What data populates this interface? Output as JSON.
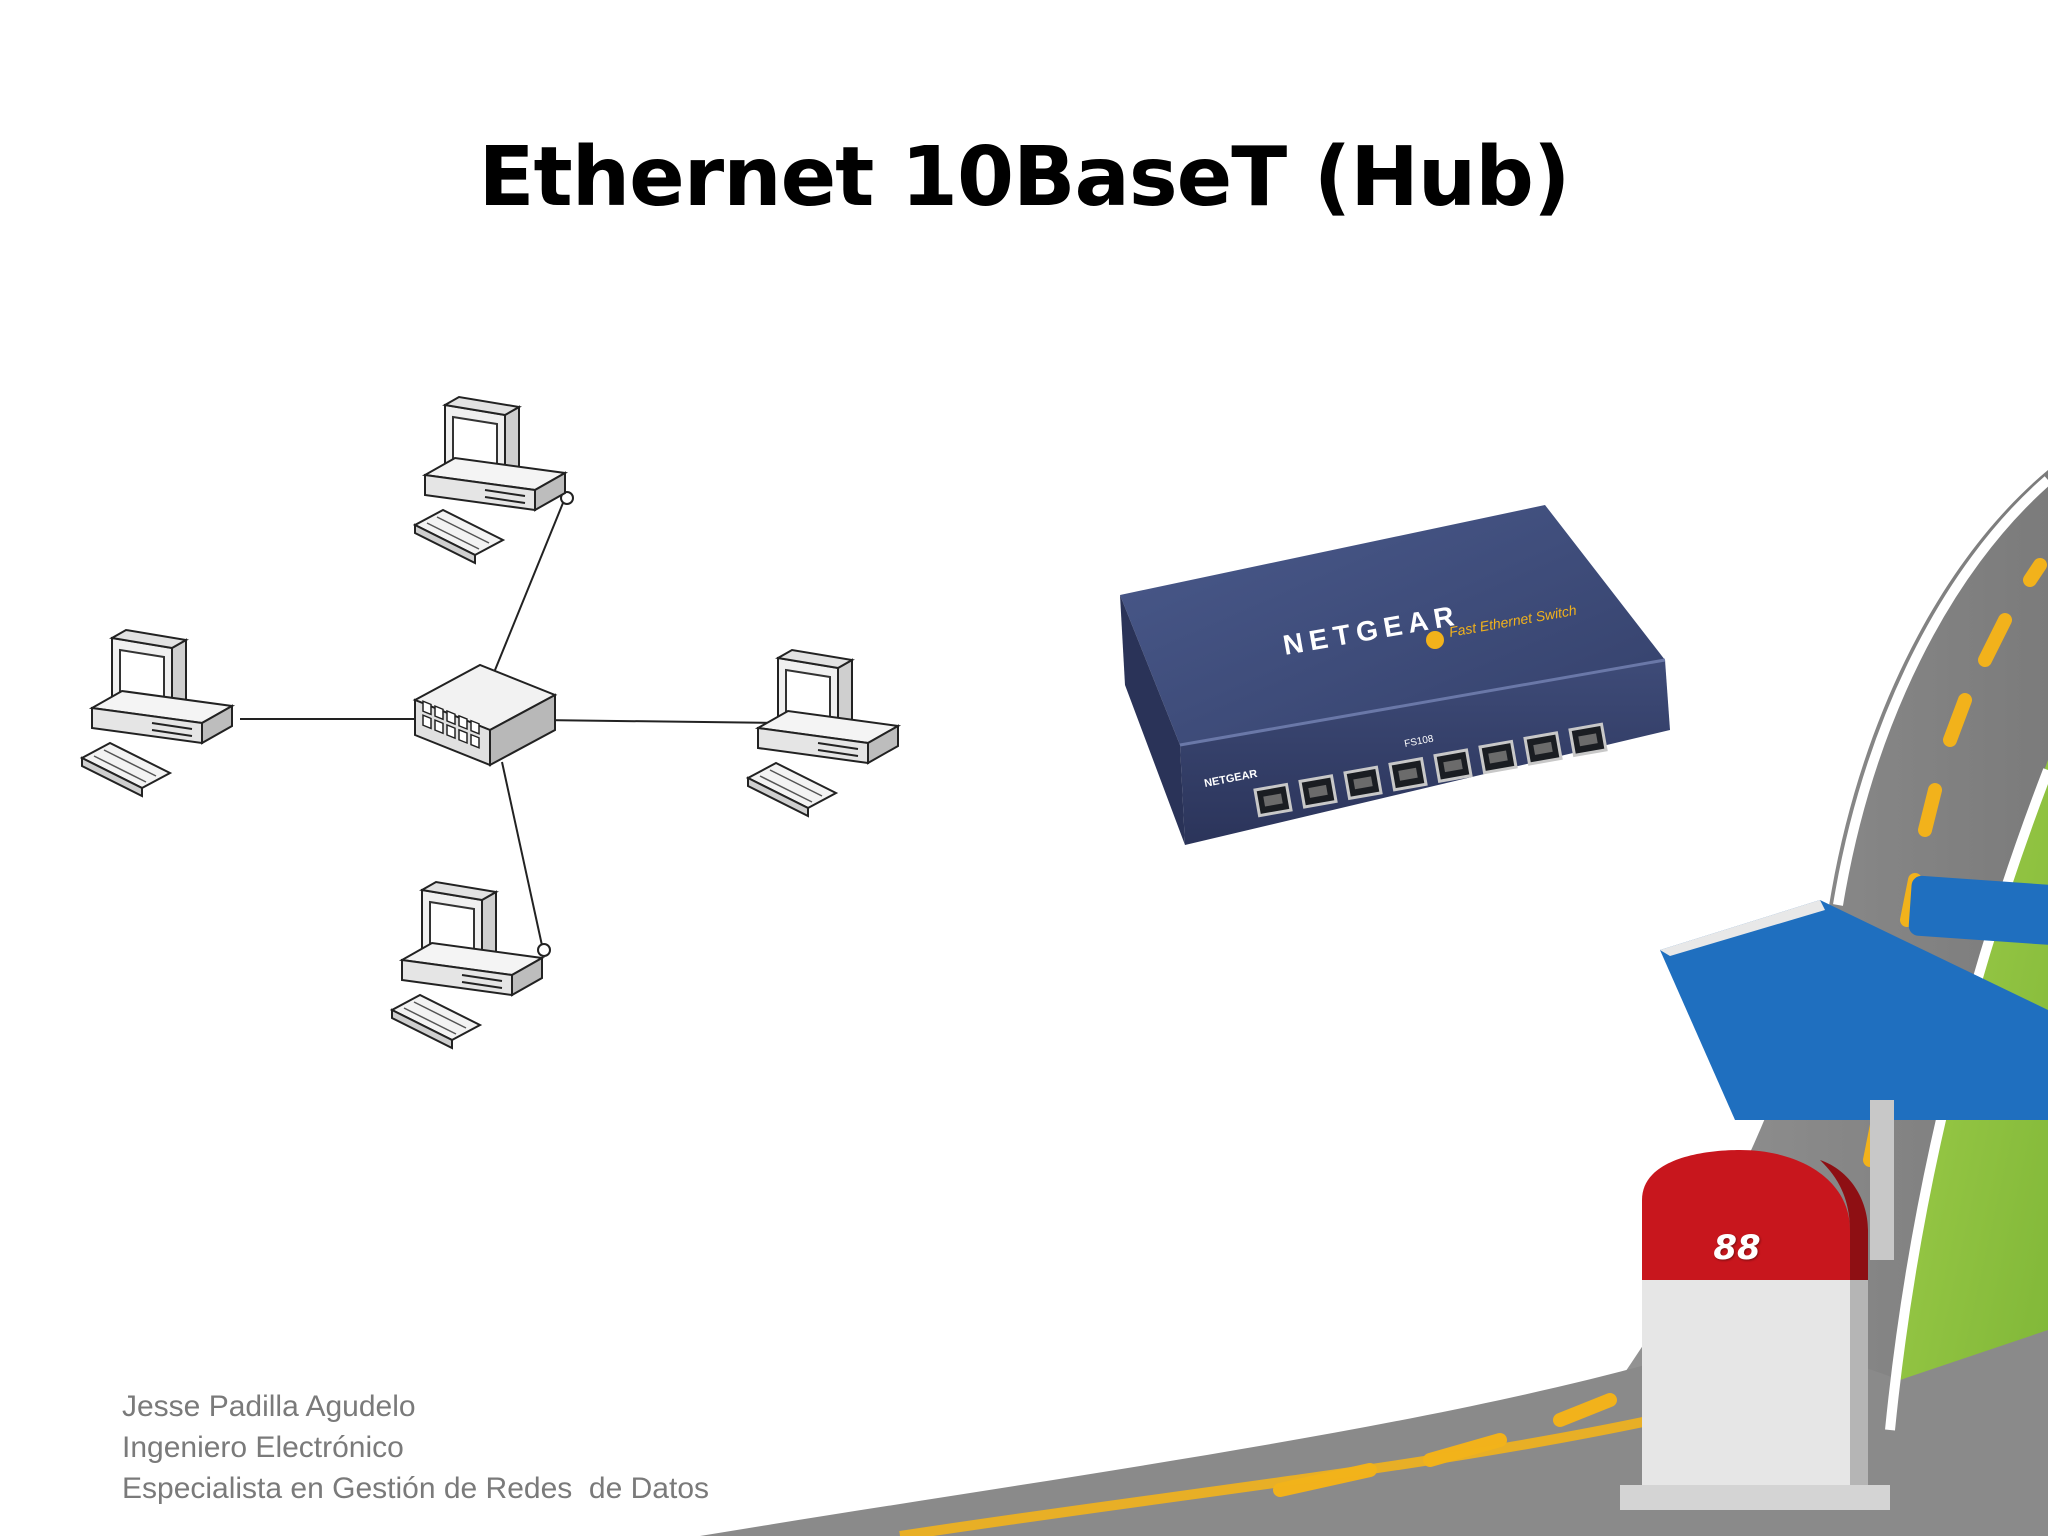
{
  "slide": {
    "title": "Ethernet 10BaseT (Hub)",
    "page_number": "88"
  },
  "footer": {
    "lines": [
      "Jesse Padilla Agudelo",
      "Ingeniero Electrónico",
      "Especialista en Gestión de Redes  de Datos"
    ]
  },
  "device": {
    "brand": "NETGEAR",
    "model": "FS108",
    "product_line": "Fast Ethernet Switch",
    "port_count": 8
  },
  "colors": {
    "road_gray": "#8a8a8a",
    "road_stripe": "#f2b21b",
    "grass_green": "#8cc63f",
    "sign_blue": "#1f6fbf",
    "milestone_red": "#c8161d",
    "switch_navy": "#3b4a78"
  },
  "icons": [
    "computer-icon",
    "hub-icon",
    "network-switch-photo",
    "road-illustration",
    "milestone-marker",
    "road-sign"
  ]
}
